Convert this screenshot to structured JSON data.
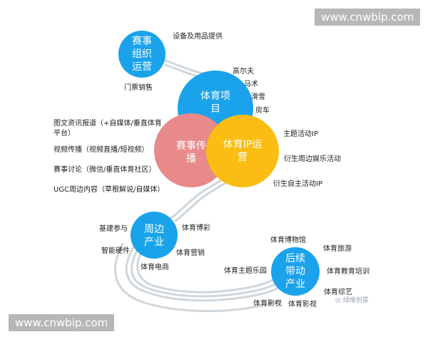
{
  "colors": {
    "blue": "#1aa3ea",
    "pink": "#e8898a",
    "yellow": "#fbbd13",
    "path": "#c9d0d6"
  },
  "watermark_top": "www.cnwbip.com",
  "watermark_bottom": "www.cnwbip.com",
  "source_mark": "绿维创景",
  "nodes": {
    "event_ops": {
      "lines": [
        "赛事",
        "组织",
        "运营"
      ]
    },
    "sports_items": {
      "lines": [
        "体育项",
        "目"
      ]
    },
    "event_media": {
      "lines": [
        "赛事传",
        "播"
      ]
    },
    "sports_ip": {
      "lines": [
        "体育IP运",
        "营"
      ]
    },
    "peripheral": {
      "lines": [
        "周边",
        "产业"
      ]
    },
    "follow_up": {
      "lines": [
        "后续",
        "带动",
        "产业"
      ]
    }
  },
  "labels": {
    "equipment": "设备及用品提供",
    "tickets": "门票销售",
    "golf": "高尔夫",
    "horse": "马术",
    "ski": "滑雪",
    "racing": "房车",
    "news_1": "图文资讯报道（+自媒体/垂直体育",
    "news_2": "平台）",
    "video": "视频传播（视频直播/短视频）",
    "discussion": "赛事讨论（微信/垂直体育社区）",
    "ugc": "UGC周边内容（草根解说/自媒体）",
    "ip_theme": "主题活动IP",
    "ip_derived": "衍生周边娱乐活动",
    "ip_self": "衍生自主活动IP",
    "infra": "基建参与",
    "lottery": "体育博彩",
    "smart_hw": "智能硬件",
    "marketing": "体育营销",
    "ecommerce": "体育电商",
    "museum": "体育博物馆",
    "tourism": "体育旅游",
    "theme_park": "体育主题乐园",
    "education": "体育教育培训",
    "variety": "体育综艺",
    "film_1": "体育影视",
    "film_2": "体育影视"
  }
}
